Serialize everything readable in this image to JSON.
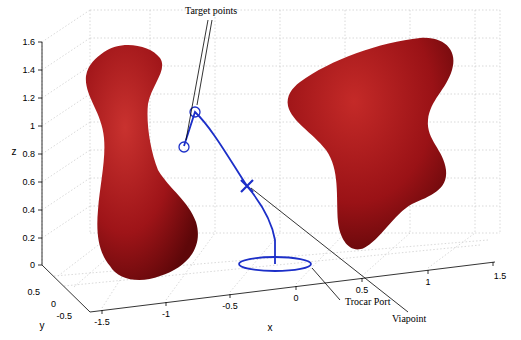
{
  "diagram": {
    "labels": [
      "Target points",
      "Trocar Port",
      "Viapoint",
      "1.6",
      "1.4",
      "1.2",
      "1",
      "0.8",
      "0.6",
      "0.4",
      "0.2",
      "0",
      "0.5",
      "0",
      "-0.5",
      "-1.5",
      "-1",
      "-0.5",
      "0",
      "0.5",
      "1",
      "1.5",
      "x",
      "y",
      "z"
    ]
  }
}
